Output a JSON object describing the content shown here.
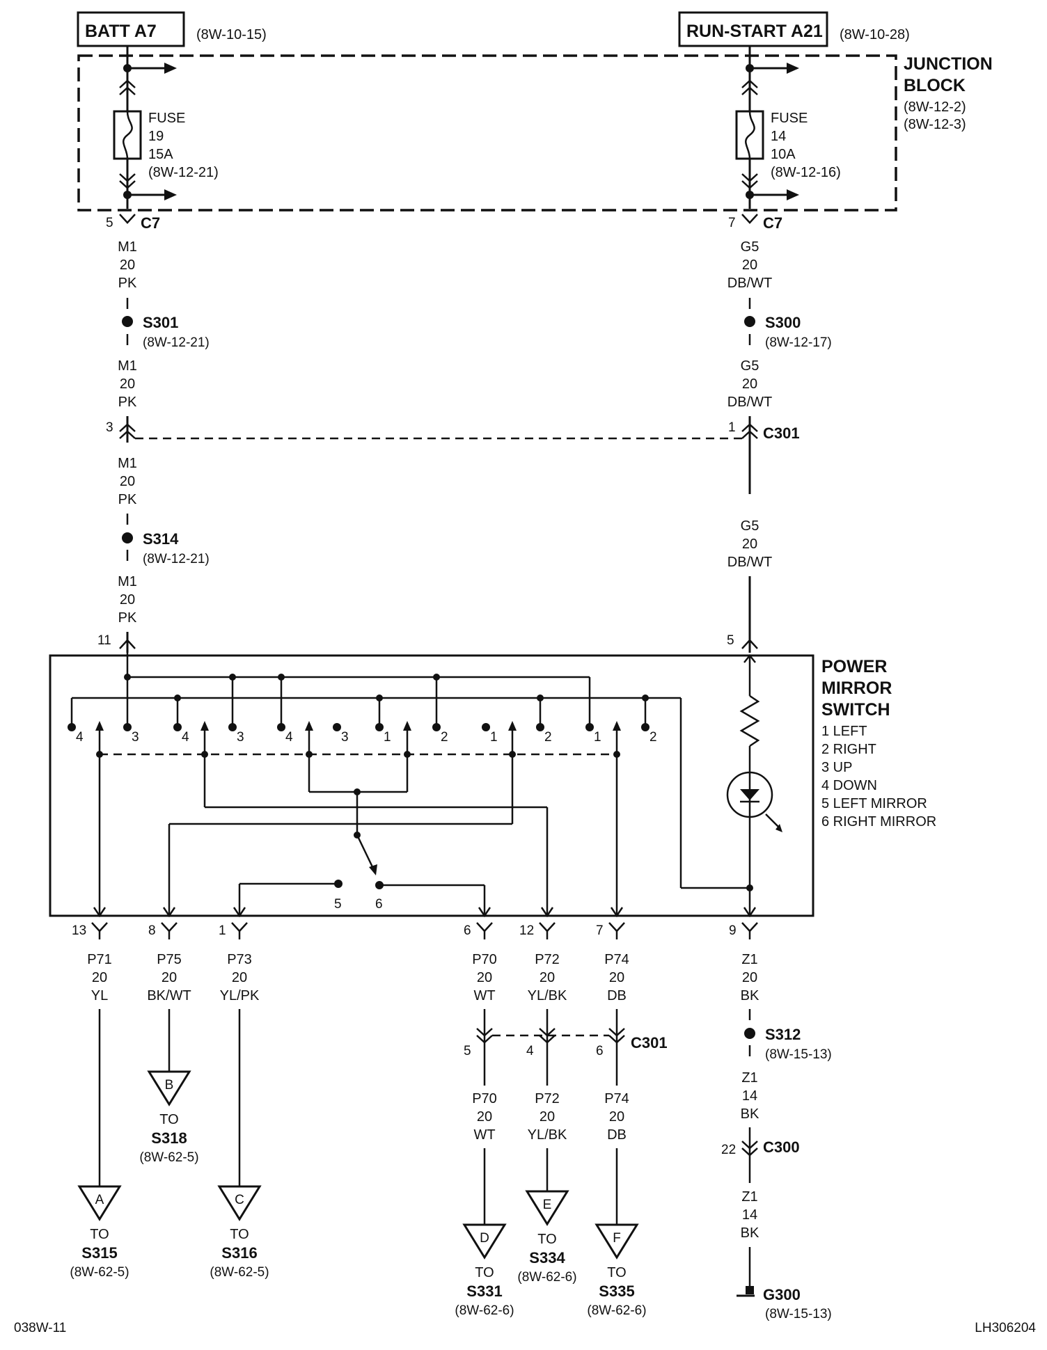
{
  "sources": {
    "batt": {
      "label": "BATT A7",
      "ref": "(8W-10-15)"
    },
    "run": {
      "label": "RUN-START A21",
      "ref": "(8W-10-28)"
    }
  },
  "junction_block": {
    "line1": "JUNCTION",
    "line2": "BLOCK",
    "ref1": "(8W-12-2)",
    "ref2": "(8W-12-3)"
  },
  "fuse19": {
    "l1": "FUSE",
    "l2": "19",
    "l3": "15A",
    "l4": "(8W-12-21)"
  },
  "fuse14": {
    "l1": "FUSE",
    "l2": "14",
    "l3": "10A",
    "l4": "(8W-12-16)"
  },
  "connectors": {
    "c7": "C7",
    "c301": "C301",
    "c300": "C300",
    "pin5": "5",
    "pin7": "7",
    "pin3": "3",
    "pin1": "1",
    "pin11": "11",
    "pin5b": "5",
    "pin22": "22"
  },
  "wire_m1": {
    "a": "M1",
    "b": "20",
    "c": "PK"
  },
  "wire_g5": {
    "a": "G5",
    "b": "20",
    "c": "DB/WT"
  },
  "splices": {
    "s301": {
      "name": "S301",
      "ref": "(8W-12-21)"
    },
    "s300": {
      "name": "S300",
      "ref": "(8W-12-17)"
    },
    "s314": {
      "name": "S314",
      "ref": "(8W-12-21)"
    },
    "s312": {
      "name": "S312",
      "ref": "(8W-15-13)"
    }
  },
  "switch": {
    "t1": "POWER",
    "t2": "MIRROR",
    "t3": "SWITCH",
    "legend": [
      "1 LEFT",
      "2 RIGHT",
      "3 UP",
      "4 DOWN",
      "5 LEFT MIRROR",
      "6 RIGHT MIRROR"
    ],
    "contacts": [
      "4",
      "3",
      "4",
      "3",
      "4",
      "3",
      "1",
      "2",
      "1",
      "2",
      "1",
      "2"
    ],
    "sel5": "5",
    "sel6": "6"
  },
  "outputs": [
    {
      "pin": "13",
      "wire": "P71",
      "gauge": "20",
      "color": "YL"
    },
    {
      "pin": "8",
      "wire": "P75",
      "gauge": "20",
      "color": "BK/WT"
    },
    {
      "pin": "1",
      "wire": "P73",
      "gauge": "20",
      "color": "YL/PK"
    },
    {
      "pin": "6",
      "wire": "P70",
      "gauge": "20",
      "color": "WT"
    },
    {
      "pin": "12",
      "wire": "P72",
      "gauge": "20",
      "color": "YL/BK"
    },
    {
      "pin": "7",
      "wire": "P74",
      "gauge": "20",
      "color": "DB"
    },
    {
      "pin": "9",
      "wire": "Z1",
      "gauge": "20",
      "color": "BK"
    }
  ],
  "c301_lower": {
    "name": "C301",
    "pins": [
      "5",
      "4",
      "6"
    ]
  },
  "lower_wires": [
    {
      "wire": "P70",
      "gauge": "20",
      "color": "WT"
    },
    {
      "wire": "P72",
      "gauge": "20",
      "color": "YL/BK"
    },
    {
      "wire": "P74",
      "gauge": "20",
      "color": "DB"
    }
  ],
  "ground_wire_a": {
    "wire": "Z1",
    "gauge": "14",
    "color": "BK"
  },
  "ground_wire_b": {
    "wire": "Z1",
    "gauge": "14",
    "color": "BK"
  },
  "ground": {
    "name": "G300",
    "ref": "(8W-15-13)"
  },
  "destinations": [
    {
      "letter": "A",
      "to": "TO",
      "splice": "S315",
      "ref": "(8W-62-5)"
    },
    {
      "letter": "B",
      "to": "TO",
      "splice": "S318",
      "ref": "(8W-62-5)"
    },
    {
      "letter": "C",
      "to": "TO",
      "splice": "S316",
      "ref": "(8W-62-5)"
    },
    {
      "letter": "D",
      "to": "TO",
      "splice": "S331",
      "ref": "(8W-62-6)"
    },
    {
      "letter": "E",
      "to": "TO",
      "splice": "S334",
      "ref": "(8W-62-6)"
    },
    {
      "letter": "F",
      "to": "TO",
      "splice": "S335",
      "ref": "(8W-62-6)"
    }
  ],
  "footer": {
    "left": "038W-11",
    "right": "LH306204"
  }
}
